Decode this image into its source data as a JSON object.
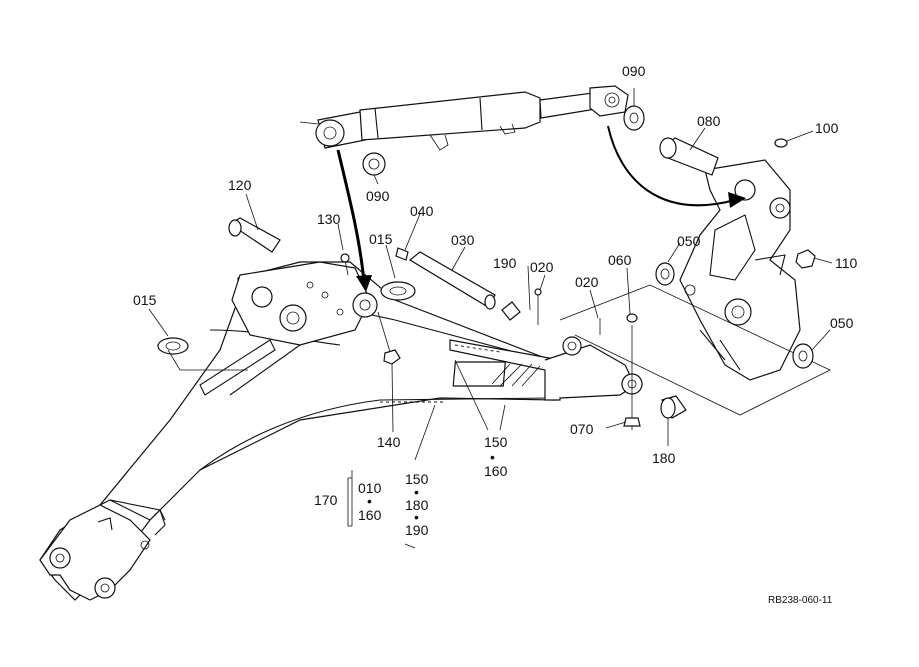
{
  "diagram": {
    "reference_code": "RB238-060-11",
    "callouts": [
      {
        "id": "c090a",
        "text": "090"
      },
      {
        "id": "c080",
        "text": "080"
      },
      {
        "id": "c100",
        "text": "100"
      },
      {
        "id": "c090b",
        "text": "090"
      },
      {
        "id": "c120",
        "text": "120"
      },
      {
        "id": "c040",
        "text": "040"
      },
      {
        "id": "c130",
        "text": "130"
      },
      {
        "id": "c015a",
        "text": "015"
      },
      {
        "id": "c030",
        "text": "030"
      },
      {
        "id": "c050a",
        "text": "050"
      },
      {
        "id": "c110",
        "text": "110"
      },
      {
        "id": "c190",
        "text": "190"
      },
      {
        "id": "c020a",
        "text": "020"
      },
      {
        "id": "c060",
        "text": "060"
      },
      {
        "id": "c020b",
        "text": "020"
      },
      {
        "id": "c015b",
        "text": "015"
      },
      {
        "id": "c050b",
        "text": "050"
      },
      {
        "id": "c070",
        "text": "070"
      },
      {
        "id": "c180",
        "text": "180"
      },
      {
        "id": "c140",
        "text": "140"
      },
      {
        "id": "c150",
        "text": "150"
      },
      {
        "id": "c160",
        "text": "160"
      },
      {
        "id": "c170",
        "text": "170"
      },
      {
        "id": "c010",
        "text": "010"
      },
      {
        "id": "c160b",
        "text": "160"
      },
      {
        "id": "c150b",
        "text": "150"
      },
      {
        "id": "c180b",
        "text": "180"
      },
      {
        "id": "c190b",
        "text": "190"
      }
    ]
  }
}
